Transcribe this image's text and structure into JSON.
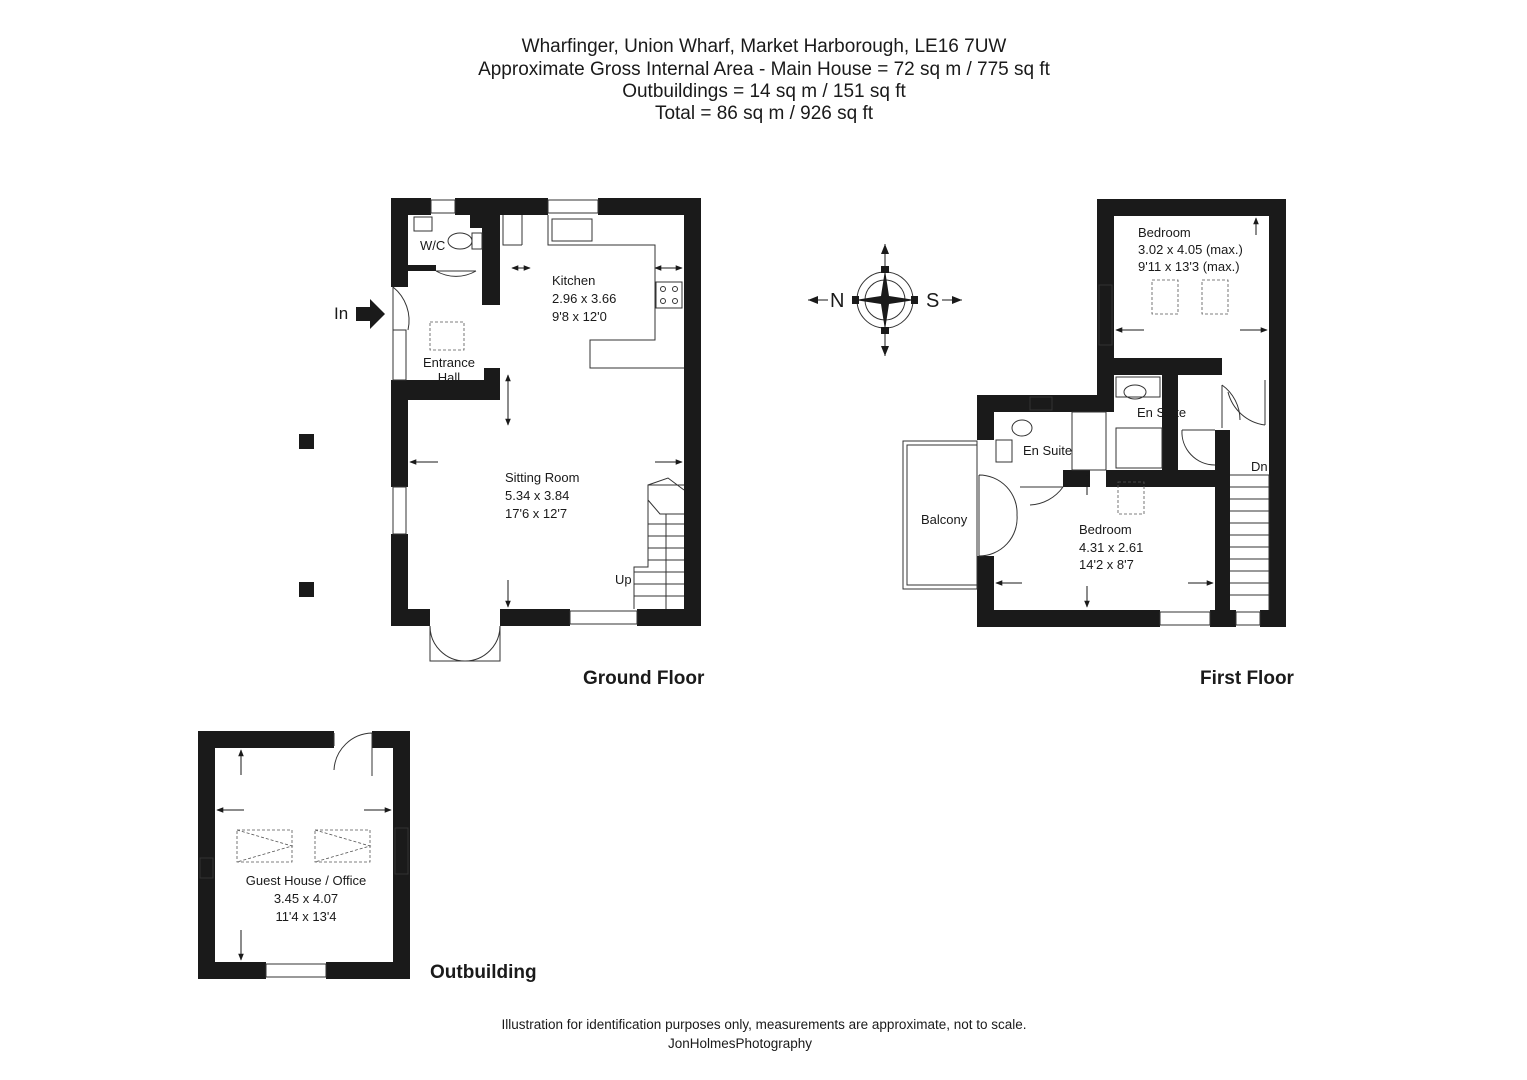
{
  "header": {
    "line1": "Wharfinger, Union Wharf, Market Harborough, LE16 7UW",
    "line2": "Approximate Gross Internal Area - Main House = 72 sq m / 775 sq ft",
    "line3": "Outbuildings = 14 sq m / 151 sq ft",
    "line4": "Total = 86 sq m / 926 sq ft"
  },
  "compass": {
    "north": "N",
    "south": "S"
  },
  "ground_floor": {
    "label": "Ground Floor",
    "entry_label": "In",
    "wc": {
      "name": "W/C"
    },
    "kitchen": {
      "name": "Kitchen",
      "metric": "2.96 x 3.66",
      "imperial": "9'8 x 12'0"
    },
    "entrance_hall": {
      "name_line1": "Entrance",
      "name_line2": "Hall"
    },
    "sitting_room": {
      "name": "Sitting Room",
      "metric": "5.34 x 3.84",
      "imperial": "17'6 x 12'7"
    },
    "stairs_label": "Up"
  },
  "first_floor": {
    "label": "First Floor",
    "bedroom1": {
      "name": "Bedroom",
      "metric": "3.02 x 4.05 (max.)",
      "imperial": "9'11 x 13'3 (max.)"
    },
    "ensuite1": {
      "name": "En Suite"
    },
    "ensuite2": {
      "name": "En Suite"
    },
    "bedroom2": {
      "name": "Bedroom",
      "metric": "4.31 x 2.61",
      "imperial": "14'2 x 8'7"
    },
    "balcony": {
      "name": "Balcony"
    },
    "stairs_label": "Dn"
  },
  "outbuilding": {
    "label": "Outbuilding",
    "room": {
      "name": "Guest House / Office",
      "metric": "3.45 x 4.07",
      "imperial": "11'4 x 13'4"
    }
  },
  "footer": {
    "disclaimer": "Illustration for identification purposes only, measurements are approximate, not to scale.",
    "credit": "JonHolmesPhotography"
  }
}
